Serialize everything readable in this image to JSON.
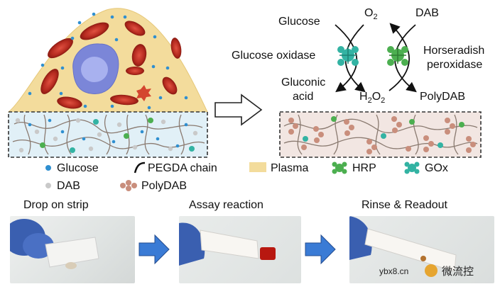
{
  "diagram": {
    "reaction": {
      "glucose": "Glucose",
      "o2": "O",
      "o2_sub": "2",
      "dab": "DAB",
      "glucose_oxidase": "Glucose oxidase",
      "horseradish_peroxidase_line1": "Horseradish",
      "horseradish_peroxidase_line2": "peroxidase",
      "gluconic_line1": "Gluconic",
      "gluconic_line2": "acid",
      "h2o2_h": "H",
      "h2o2_sub1": "2",
      "h2o2_o": "O",
      "h2o2_sub2": "2",
      "polydab": "PolyDAB"
    },
    "legend": {
      "glucose": "Glucose",
      "dab": "DAB",
      "pegda_chain": "PEGDA chain",
      "polydab": "PolyDAB",
      "plasma": "Plasma",
      "hrp": "HRP",
      "gox": "GOx"
    },
    "steps": [
      {
        "label": "Drop on strip"
      },
      {
        "label": "Assay reaction"
      },
      {
        "label": "Rinse & Readout"
      }
    ],
    "watermark": {
      "site": "ybx8.cn",
      "brand": "微流控"
    }
  },
  "colors": {
    "plasma": "#f3dc9c",
    "rbc": "#c0392b",
    "cell": "#7b86d8",
    "glucose": "#2f8fd0",
    "dab": "#c9c9c9",
    "polydab": "#c98e7c",
    "hrp": "#4caf50",
    "gox": "#33b3a3",
    "flow_arrow": "#3a7bd5"
  }
}
